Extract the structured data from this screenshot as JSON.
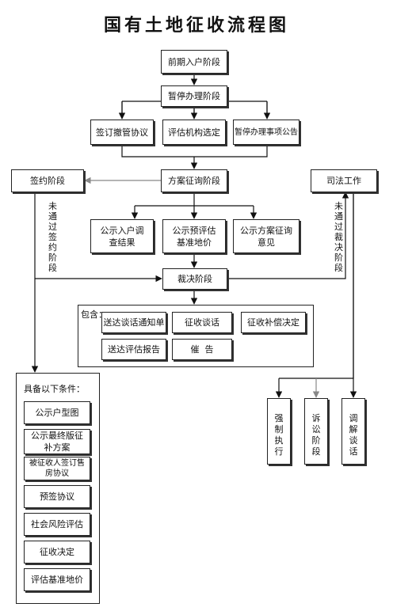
{
  "title": "国有土地征收流程图",
  "nodes": {
    "pre_household": "前期入户阶段",
    "suspend_stage": "暂停办理阶段",
    "sign_agreement": "签订撤管协议",
    "select_agency": "评估机构选定",
    "suspend_notice": "暂停办理事项公告",
    "plan_consult": "方案征询阶段",
    "sign_stage": "签约阶段",
    "judicial": "司法工作",
    "publish_survey": "公示入户调查结果",
    "publish_price": "公示预评估基准地价",
    "publish_opinion": "公示方案征询意见",
    "ruling": "裁决阶段"
  },
  "ruling_panel": {
    "label": "包含：",
    "items": [
      "送达谈话通知单",
      "征收谈话",
      "征收补偿决定",
      "送达评估报告",
      "催  告"
    ]
  },
  "side_notes": {
    "not_signed": "未通过签约阶段",
    "not_ruled": "未通过裁决阶段"
  },
  "conditions": {
    "heading": "具备以下条件：",
    "items": [
      "公示户型图",
      "公示最终版征补方案",
      "被征收人签订售房协议",
      "预签协议",
      "社会风险评估",
      "征收决定",
      "评估基准地价"
    ]
  },
  "judicial_branches": [
    "强制执行",
    "诉讼阶段",
    "调解谈话"
  ]
}
